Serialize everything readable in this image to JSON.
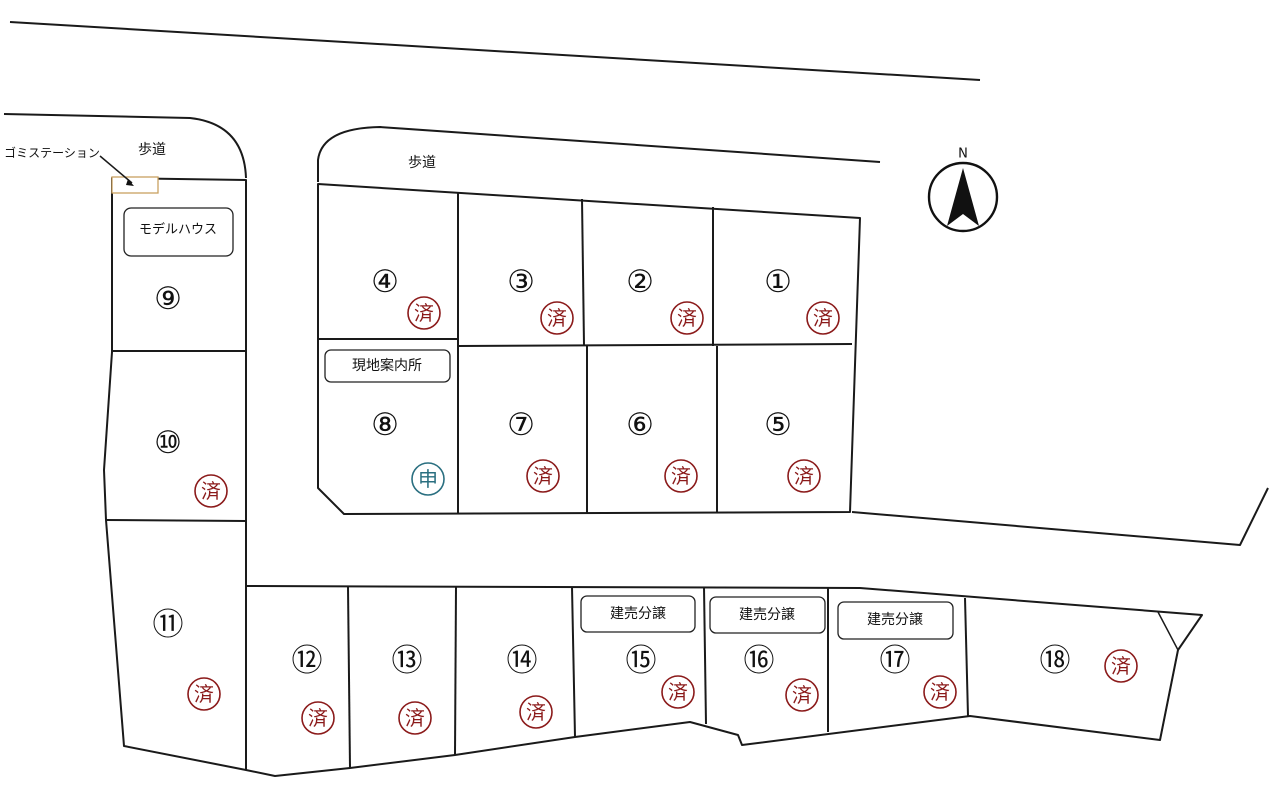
{
  "sidewalk_labels": [
    "歩道",
    "歩道"
  ],
  "garbage_station": "ゴミステーション",
  "north": "N",
  "stamp_sold": "済",
  "stamp_applied": "申",
  "colors": {
    "sold": "#8b1a1a",
    "applied": "#2a6f80",
    "line": "#1a1a1a"
  },
  "labels": {
    "model_house": "モデルハウス",
    "site_office": "現地案内所",
    "built_for_sale": "建売分譲"
  },
  "lots": [
    {
      "number": "①",
      "status": "sold"
    },
    {
      "number": "②",
      "status": "sold"
    },
    {
      "number": "③",
      "status": "sold"
    },
    {
      "number": "④",
      "status": "sold"
    },
    {
      "number": "⑤",
      "status": "sold"
    },
    {
      "number": "⑥",
      "status": "sold"
    },
    {
      "number": "⑦",
      "status": "sold"
    },
    {
      "number": "⑧",
      "status": "applied"
    },
    {
      "number": "⑨",
      "status": "available"
    },
    {
      "number": "⑩",
      "status": "sold"
    },
    {
      "number": "⑪",
      "status": "sold"
    },
    {
      "number": "⑫",
      "status": "sold"
    },
    {
      "number": "⑬",
      "status": "sold"
    },
    {
      "number": "⑭",
      "status": "sold"
    },
    {
      "number": "⑮",
      "status": "sold"
    },
    {
      "number": "⑯",
      "status": "sold"
    },
    {
      "number": "⑰",
      "status": "sold"
    },
    {
      "number": "⑱",
      "status": "sold"
    }
  ]
}
